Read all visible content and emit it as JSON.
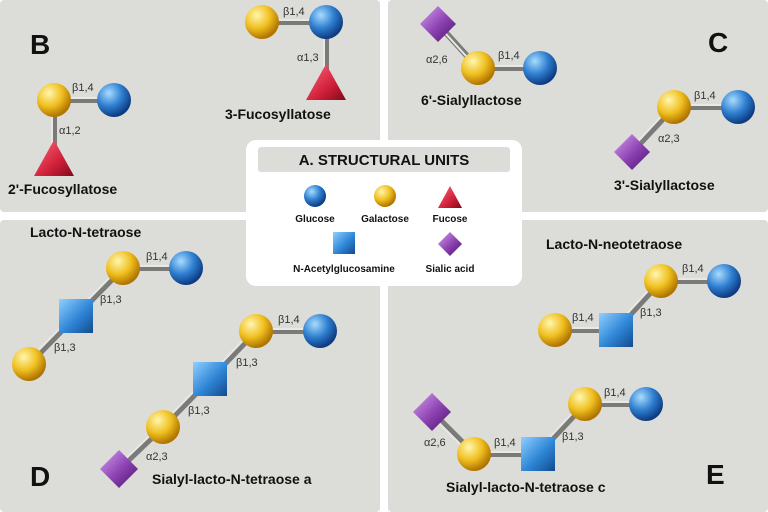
{
  "legend": {
    "title": "A. STRUCTURAL UNITS",
    "glucose": "Glucose",
    "galactose": "Galactose",
    "fucose": "Fucose",
    "glcnac": "N-Acetylglucosamine",
    "sialic": "Sialic acid"
  },
  "panels": {
    "b": {
      "letter": "B",
      "fl2_name": "2'-Fucosyllatose",
      "fl3_name": "3-Fucosyllatose"
    },
    "c": {
      "letter": "C",
      "sl6_name": "6'-Sialyllactose",
      "sl3_name": "3'-Sialyllactose"
    },
    "d": {
      "letter": "D",
      "lnt_name": "Lacto-N-tetraose",
      "lsta_name": "Sialyl-lacto-N-tetraose a"
    },
    "e": {
      "letter": "E",
      "lnnt_name": "Lacto-N-neotetraose",
      "lstc_name": "Sialyl-lacto-N-tetraose c"
    }
  },
  "linkages": {
    "b14": "β1,4",
    "b13": "β1,3",
    "a12": "α1,2",
    "a13": "α1,3",
    "a26": "α2,6",
    "a23": "α2,3"
  },
  "colors": {
    "glucose": "#2f7fd0",
    "galactose": "#f0c020",
    "fucose": "#d0203a",
    "glcnac": "#2f86d6",
    "sialic": "#8a3fb0",
    "panel": "#dcdcd8"
  }
}
